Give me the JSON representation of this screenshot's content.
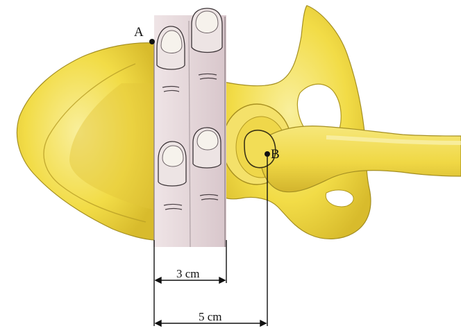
{
  "points": [
    {
      "id": "A",
      "label": "A"
    },
    {
      "id": "B",
      "label": "B"
    }
  ],
  "measurements": [
    {
      "id": "fingers_width",
      "label": "3 cm"
    },
    {
      "id": "a_to_b",
      "label": "5 cm"
    }
  ],
  "colors": {
    "bone_fill": "#f3df4a",
    "bone_light": "#f7ea86",
    "bone_dark": "#c9a824",
    "bone_outline": "#9c8a1e",
    "skin": "#e6d9dc",
    "skin_shadow": "#bfaeb4",
    "nail": "#f1ede6",
    "line": "#111111"
  },
  "icons": [
    "finger-icon",
    "pelvis-bone",
    "femur-bone"
  ]
}
